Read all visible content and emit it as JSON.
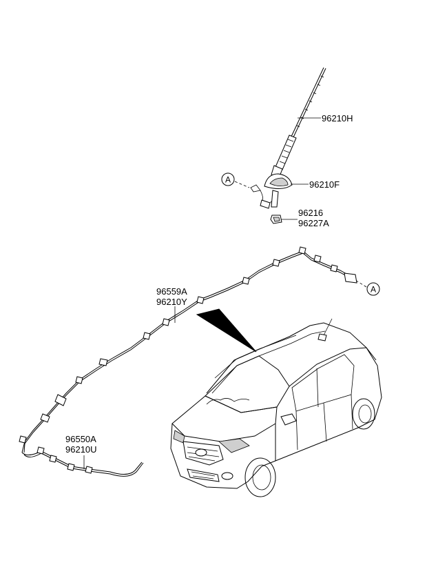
{
  "labels": {
    "antenna_mast": "96210H",
    "antenna_base": "96210F",
    "nut_line1": "96216",
    "nut_line2": "96227A",
    "cable_line1": "96559A",
    "cable_line2": "96210Y",
    "feeder_line1": "96550A",
    "feeder_line2": "96210U"
  },
  "callouts": {
    "top": "A",
    "right": "A"
  }
}
